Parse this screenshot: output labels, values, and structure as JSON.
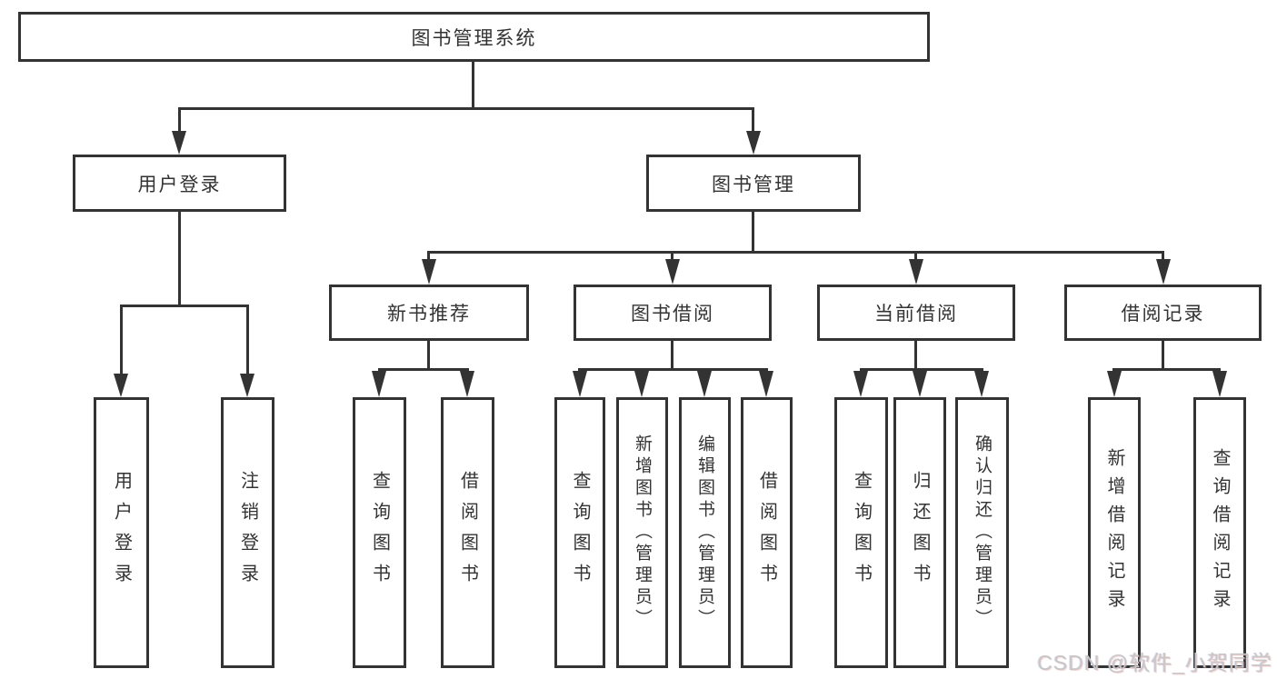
{
  "diagram": {
    "title": "图书管理系统",
    "level2": [
      {
        "label": "用户登录"
      },
      {
        "label": "图书管理"
      }
    ],
    "level3": [
      {
        "label": "新书推荐"
      },
      {
        "label": "图书借阅"
      },
      {
        "label": "当前借阅"
      },
      {
        "label": "借阅记录"
      }
    ],
    "leaves": {
      "user_login": [
        {
          "label": "用户登录"
        },
        {
          "label": "注销登录"
        }
      ],
      "new_book": [
        {
          "label": "查询图书"
        },
        {
          "label": "借阅图书"
        }
      ],
      "book_borrow": [
        {
          "label": "查询图书"
        },
        {
          "label": "新增图书（管理员）"
        },
        {
          "label": "编辑图书（管理员）"
        },
        {
          "label": "借阅图书"
        }
      ],
      "current_borrow": [
        {
          "label": "查询图书"
        },
        {
          "label": "归还图书"
        },
        {
          "label": "确认归还（管理员）"
        }
      ],
      "borrow_record": [
        {
          "label": "新增借阅记录"
        },
        {
          "label": "查询借阅记录"
        }
      ]
    }
  },
  "watermark": {
    "text": "CSDN @软件_小贺同学"
  },
  "colors": {
    "line": "#333333",
    "text": "#333333",
    "background": "#ffffff",
    "watermark": "#c7c7c7"
  }
}
